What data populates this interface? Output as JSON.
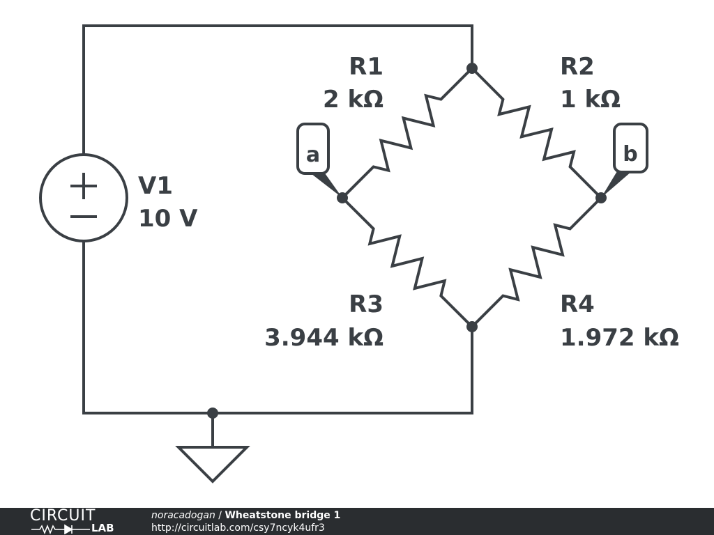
{
  "components": {
    "R1": {
      "name": "R1",
      "value": "2 kΩ"
    },
    "R2": {
      "name": "R2",
      "value": "1 kΩ"
    },
    "R3": {
      "name": "R3",
      "value": "3.944 kΩ"
    },
    "R4": {
      "name": "R4",
      "value": "1.972 kΩ"
    },
    "V1": {
      "name": "V1",
      "value": "10 V"
    }
  },
  "probes": {
    "a": "a",
    "b": "b"
  },
  "footer": {
    "brand_top": "CIRCUIT",
    "brand_bottom": "LAB",
    "author": "noracadogan",
    "separator": " / ",
    "title": "Wheatstone bridge 1",
    "url": "http://circuitlab.com/csy7ncyk4ufr3"
  }
}
